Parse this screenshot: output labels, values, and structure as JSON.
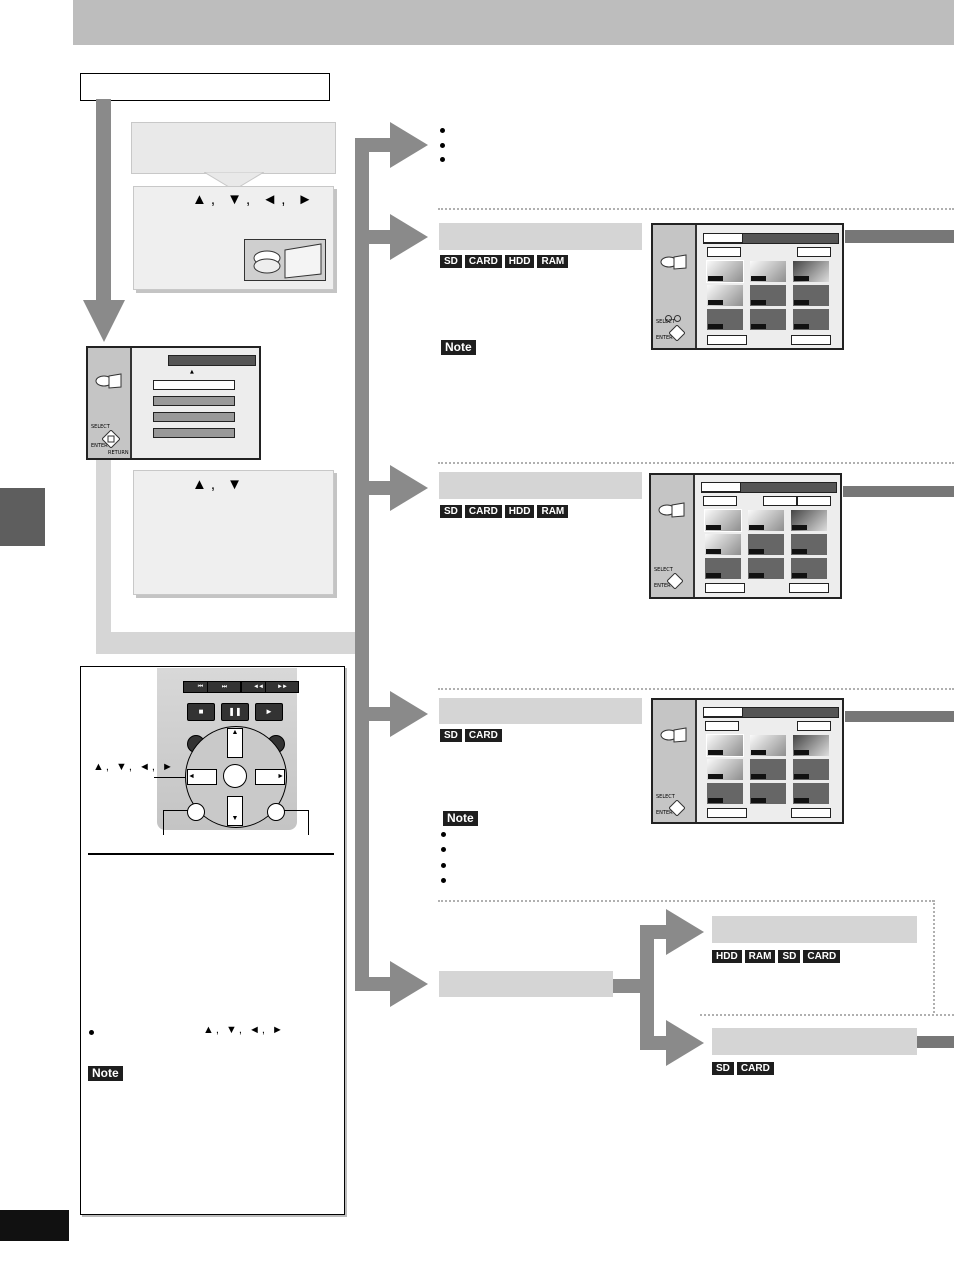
{
  "remote": {
    "arrows_label": "▲, ▼, ◄, ►",
    "skip_prev": "⏮",
    "skip_next": "⏭",
    "rew": "◄◄",
    "ff": "►►",
    "stop": "■",
    "pause": "❚❚",
    "play": "►",
    "up": "▲",
    "down": "▼",
    "left": "◄",
    "right": "►"
  },
  "flow": {
    "cursor_arrows_top": "▲, ▼, ◄, ►",
    "cursor_arrows_mid": "▲, ▼",
    "bullet_arrows": "▲, ▼, ◄, ►"
  },
  "sections": [
    {
      "badges": [
        "SD",
        "CARD",
        "HDD",
        "RAM"
      ],
      "note": "Note"
    },
    {
      "badges": [
        "SD",
        "CARD",
        "HDD",
        "RAM"
      ]
    },
    {
      "badges": [
        "SD",
        "CARD"
      ],
      "note": "Note"
    },
    {
      "badges": [
        "HDD",
        "RAM",
        "SD",
        "CARD"
      ]
    },
    {
      "badges": [
        "SD",
        "CARD"
      ]
    }
  ],
  "menu": {
    "select_label": "SELECT",
    "enter_label": "ENTER",
    "return_label": "RETURN",
    "up_marker": "▲"
  },
  "remote_note": "Note"
}
